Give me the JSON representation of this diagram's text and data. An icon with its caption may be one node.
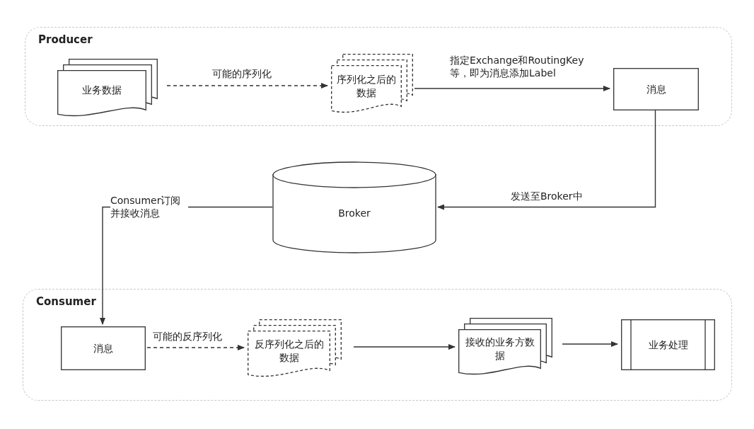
{
  "diagram": {
    "nodes": [
      {
        "text": [
          "Producer"
        ]
      },
      {
        "text": [
          "业务数据"
        ],
        "in": 0
      },
      {
        "text": [
          "序列化之后的数据"
        ],
        "in": 0
      },
      {
        "text": [
          "消息"
        ],
        "in": 0
      },
      {
        "text": [
          "Broker"
        ]
      },
      {
        "text": [
          "Consumer"
        ]
      },
      {
        "text": [
          "消息"
        ],
        "in": 5
      },
      {
        "text": [
          "反序列化之后的数据"
        ],
        "in": 5
      },
      {
        "text": [
          "接收的业务方数据"
        ],
        "in": 5
      },
      {
        "text": [
          "业务处理"
        ],
        "in": 5
      }
    ],
    "edges": [
      {
        "from": 1,
        "to": 2,
        "arrow": "to",
        "style": "dashed",
        "label": "可能的序列化"
      },
      {
        "from": 2,
        "to": 3,
        "arrow": "to",
        "label": "指定Exchange和RoutingKey等，即为消息添加Label"
      },
      {
        "from": 3,
        "to": 4,
        "arrow": "to",
        "label": "发送至Broker中"
      },
      {
        "from": 4,
        "to": 6,
        "arrow": "to",
        "label": "Consumer订阅并接收消息"
      },
      {
        "from": 6,
        "to": 7,
        "arrow": "to",
        "style": "dashed",
        "label": "可能的反序列化"
      },
      {
        "from": 7,
        "to": 8,
        "arrow": "to"
      },
      {
        "from": 8,
        "to": 9,
        "arrow": "to"
      }
    ]
  }
}
